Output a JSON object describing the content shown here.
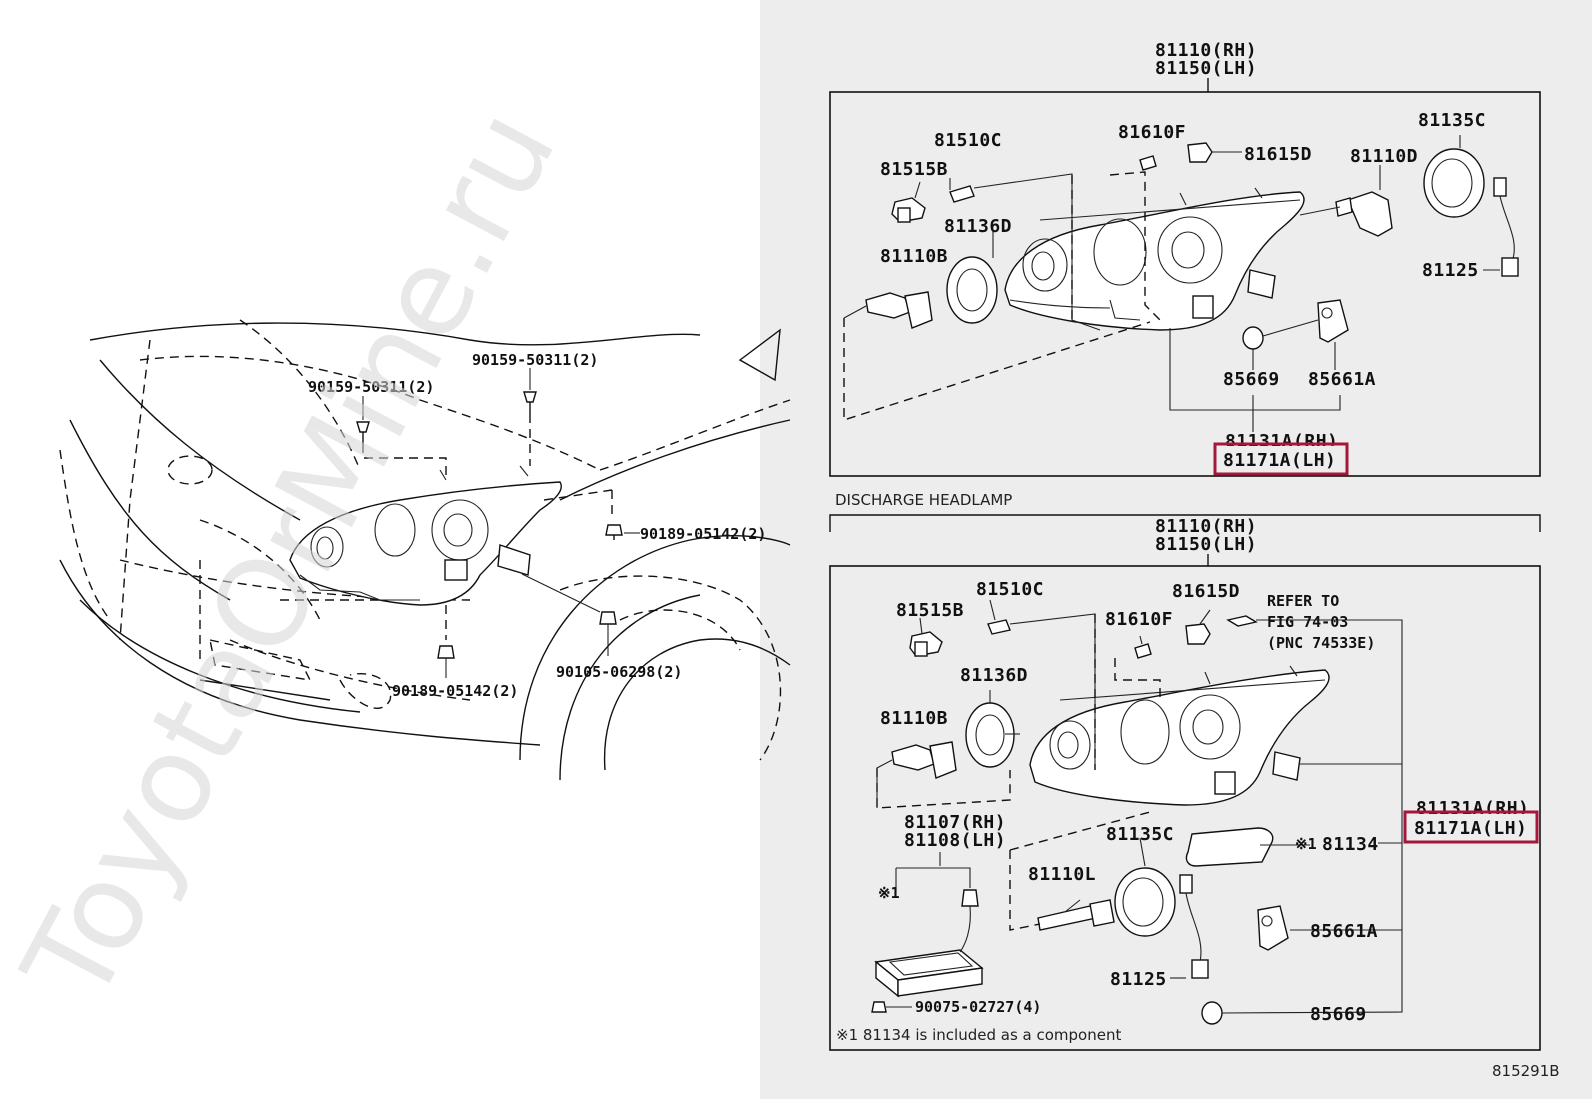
{
  "watermark": "ToyotaOrMine.ru",
  "figure_id": "815291B",
  "left_labels": {
    "bolt_top_left": "90159-50311(2)",
    "bolt_top_right": "90159-50311(2)",
    "nut_right_upper": "90189-05142(2)",
    "nut_bottom": "90189-05142(2)",
    "screw_right_lower": "90105-06298(2)"
  },
  "upper_panel": {
    "assy_rh": "81110(RH)",
    "assy_lh": "81150(LH)",
    "p_81510c": "81510C",
    "p_81515b": "81515B",
    "p_81610f": "81610F",
    "p_81615d": "81615D",
    "p_81135c": "81135C",
    "p_81110d": "81110D",
    "p_81136d": "81136D",
    "p_81110b": "81110B",
    "p_81125": "81125",
    "p_85669": "85669",
    "p_85661a": "85661A",
    "sub_rh": "81131A(RH)",
    "sub_lh": "81171A(LH)"
  },
  "lower_panel": {
    "section_title": "DISCHARGE HEADLAMP",
    "assy_rh": "81110(RH)",
    "assy_lh": "81150(LH)",
    "p_81510c": "81510C",
    "p_81515b": "81515B",
    "p_81615d": "81615D",
    "p_81610f": "81610F",
    "refer_1": "REFER TO",
    "refer_2": "FIG 74-03",
    "refer_3": "(PNC 74533E)",
    "p_81136d": "81136D",
    "p_81110b": "81110B",
    "sub_rh": "81131A(RH)",
    "sub_lh": "81171A(LH)",
    "ballast_rh": "81107(RH)",
    "ballast_lh": "81108(LH)",
    "p_81135c": "81135C",
    "p_81110l": "81110L",
    "note_mark": "※1",
    "p_81134": "81134",
    "note_mark_2": "※1",
    "p_85661a": "85661A",
    "p_81125": "81125",
    "p_85669": "85669",
    "p_screw": "90075-02727(4)",
    "footnote": "※1 81134 is included as a component"
  }
}
